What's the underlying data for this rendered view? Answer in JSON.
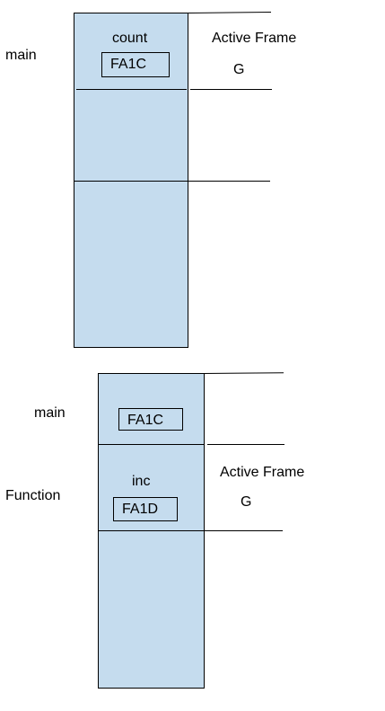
{
  "diagram_1": {
    "frame_label": "main",
    "variable_name": "count",
    "variable_value": "FA1C",
    "active_frame_label": "Active Frame",
    "active_frame_marker": "G"
  },
  "diagram_2": {
    "main_frame_label": "main",
    "main_value": "FA1C",
    "function_frame_label": "Function",
    "function_variable_name": "inc",
    "function_value": "FA1D",
    "active_frame_label": "Active Frame",
    "active_frame_marker": "G"
  },
  "colors": {
    "stack_fill": "#c5dcee",
    "line": "#000000"
  }
}
